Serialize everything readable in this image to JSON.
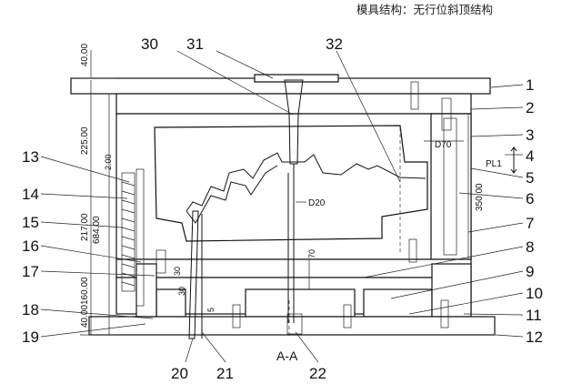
{
  "title": "模具结构：无行位斜顶结构",
  "section_label": "A-A",
  "part_numbers": {
    "n1": "1",
    "n2": "2",
    "n3": "3",
    "n4": "4",
    "n5": "5",
    "n6": "6",
    "n7": "7",
    "n8": "8",
    "n9": "9",
    "n10": "10",
    "n11": "11",
    "n12": "12",
    "n13": "13",
    "n14": "14",
    "n15": "15",
    "n16": "16",
    "n17": "17",
    "n18": "18",
    "n19": "19",
    "n20": "20",
    "n21": "21",
    "n22": "22",
    "n30": "30",
    "n31": "31",
    "n32": "32"
  },
  "dimensions": {
    "d40_top": "40.00",
    "d225": "225.00",
    "d2": "2.00",
    "d684": "684.00",
    "d217": "217.00",
    "d160": "160.00",
    "d40_bot": "40.00",
    "d350": "350.00",
    "d70_label": "D70",
    "d20_label": "D20",
    "d70": "70",
    "d30a": "30",
    "d30b": "30",
    "d5": "5",
    "pl1": "PL1"
  }
}
